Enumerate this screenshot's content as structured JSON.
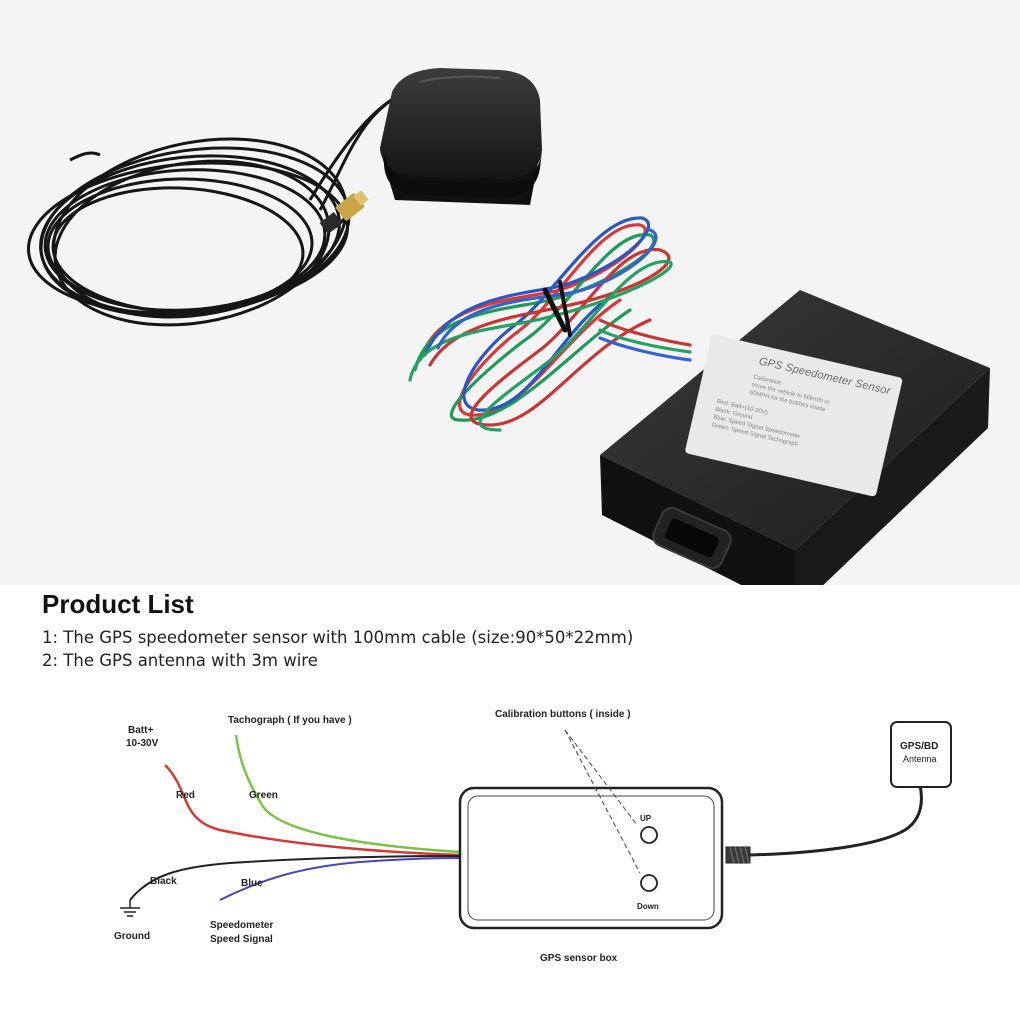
{
  "product_photo": {
    "sensor_label": {
      "title": "GPS Speedometer Sensor",
      "calibration_lines": [
        "Calibration",
        "move the vehicle to 60km/h or",
        "60MPH for the buttons inside"
      ],
      "wire_specs": [
        "Red:    Batt+(10-30V)",
        "Black:  Ground",
        "Blue:   Speed Signal Speedometer",
        "Green:  Speed Signal Tachograph"
      ]
    }
  },
  "product_list": {
    "title": "Product List",
    "items": [
      "1: The GPS speedometer sensor with 100mm cable (size:90*50*22mm)",
      "2: The GPS antenna with 3m wire"
    ]
  },
  "wiring_diagram": {
    "labels": {
      "batt": "Batt+",
      "voltage": "10-30V",
      "tachograph": "Tachograph ( If you have )",
      "calibration": "Calibration buttons ( inside )",
      "antenna_line1": "GPS/BD",
      "antenna_line2": "Antenna",
      "red": "Red",
      "green": "Green",
      "up": "UP",
      "down": "Down",
      "black": "Black",
      "blue": "Blue",
      "ground": "Ground",
      "speedometer_line1": "Speedometer",
      "speedometer_line2": "Speed Signal",
      "sensor_box": "GPS sensor box"
    },
    "wire_colors": {
      "red": "#d23a3a",
      "green": "#7cc246",
      "black": "#222222",
      "blue": "#4848b0"
    }
  }
}
